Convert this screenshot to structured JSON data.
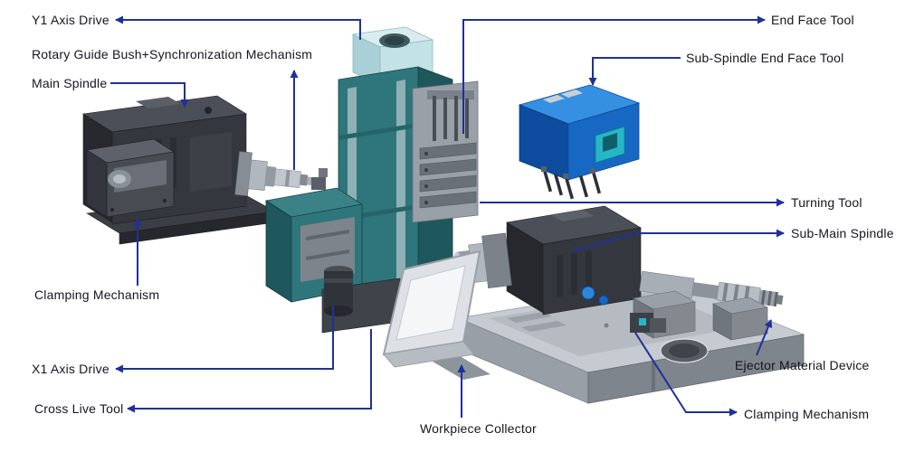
{
  "labels": {
    "y1_axis_drive": "Y1 Axis Drive",
    "rotary_guide_bush": "Rotary Guide Bush+Synchronization Mechanism",
    "main_spindle": "Main Spindle",
    "clamping_mechanism_left": "Clamping Mechanism",
    "x1_axis_drive": "X1 Axis Drive",
    "cross_live_tool": "Cross Live Tool",
    "end_face_tool": "End Face Tool",
    "sub_spindle_end_face_tool": "Sub-Spindle End Face Tool",
    "turning_tool": "Turning Tool",
    "sub_main_spindle": "Sub-Main Spindle",
    "ejector_material_device": "Ejector Material Device",
    "clamping_mechanism_right": "Clamping Mechanism",
    "workpiece_collector": "Workpiece Collector"
  },
  "colors": {
    "arrow": "#20309a",
    "label_text": "#15151e",
    "machine_dark": "#34373d",
    "machine_teal": "#2e767b",
    "tool_block_blue": "#1668c2",
    "accent_cyan": "#27b6c6",
    "bed_gray": "#c6cbd1",
    "background": "#ffffff"
  }
}
